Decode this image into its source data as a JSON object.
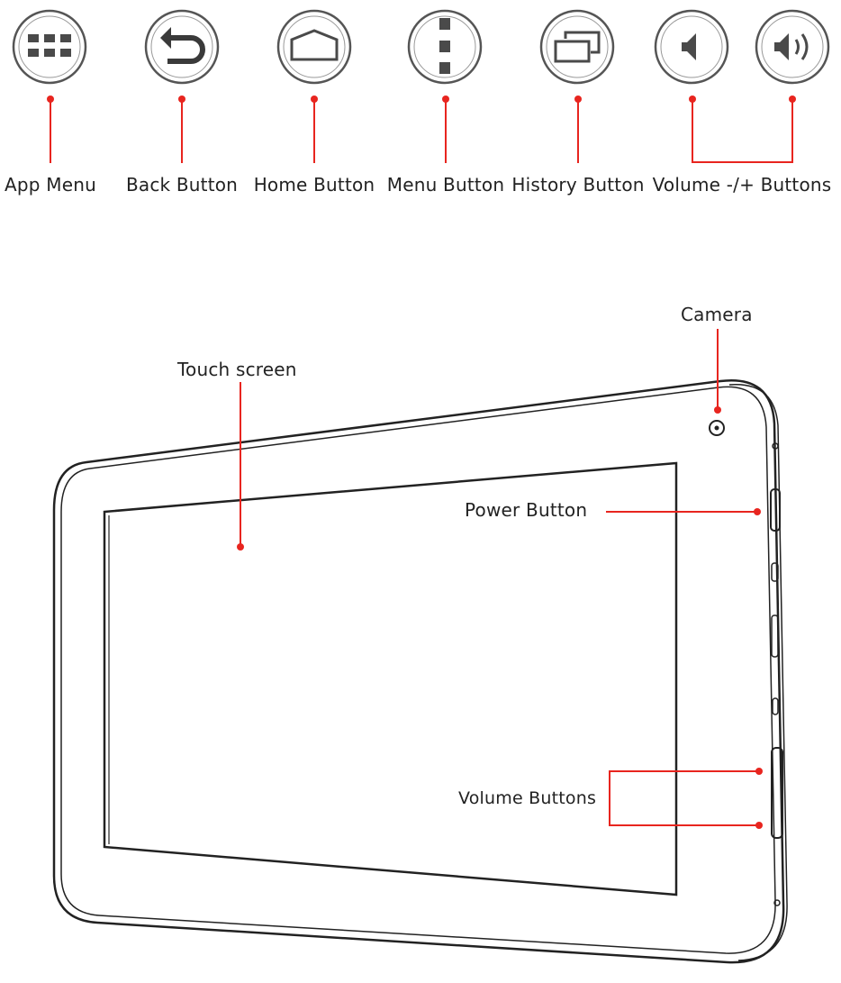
{
  "colors": {
    "accent": "#e8251f",
    "outline": "#222222",
    "icon_fill": "#4a4a4a"
  },
  "buttons": [
    {
      "icon": "app-grid-icon",
      "label": "App Menu"
    },
    {
      "icon": "back-arrow-icon",
      "label": "Back Button"
    },
    {
      "icon": "home-outline-icon",
      "label": "Home Button"
    },
    {
      "icon": "vertical-dots-icon",
      "label": "Menu Button"
    },
    {
      "icon": "stacked-windows-icon",
      "label": "History Button"
    },
    {
      "icon": "volume-down-icon",
      "label": "Volume -/+ Buttons"
    },
    {
      "icon": "volume-up-icon",
      "label": ""
    }
  ],
  "device": {
    "camera_label": "Camera",
    "touch_label": "Touch screen",
    "power_label": "Power Button",
    "volume_label": "Volume Buttons"
  }
}
